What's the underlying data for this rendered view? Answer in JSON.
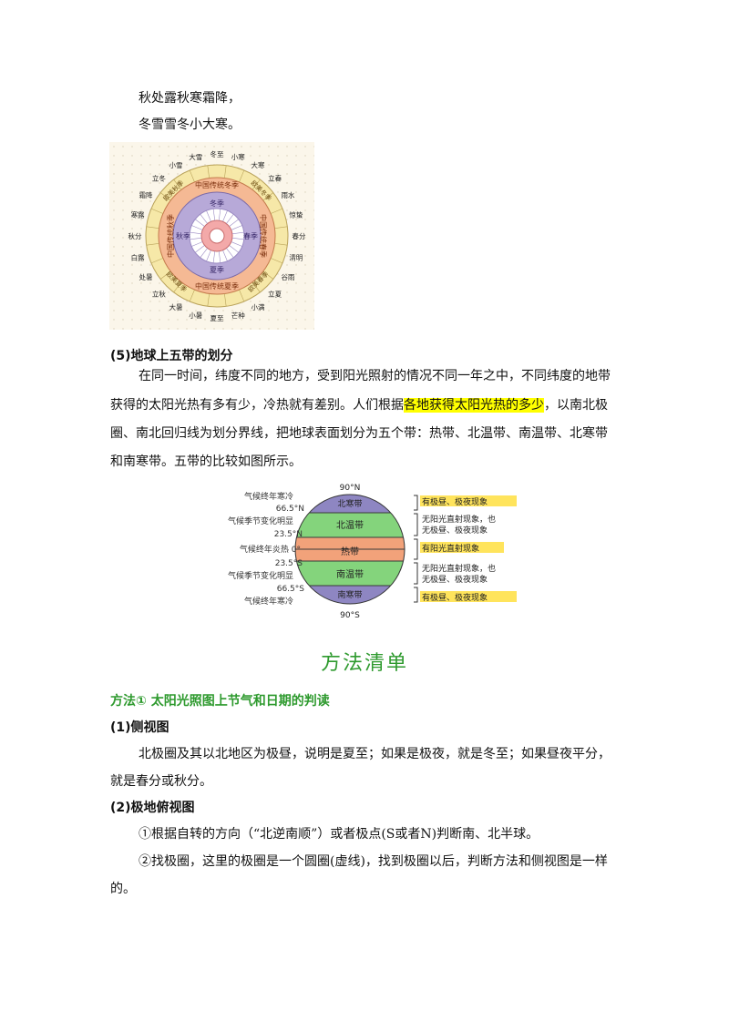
{
  "poem": {
    "line1": "秋处露秋寒霜降，",
    "line2": "冬雪雪冬小大寒。"
  },
  "solar_terms_figure": {
    "outer_terms": [
      "冬至",
      "小寒",
      "大寒",
      "立春",
      "雨水",
      "惊蛰",
      "春分",
      "清明",
      "谷雨",
      "立夏",
      "小满",
      "芒种",
      "夏至",
      "小暑",
      "大暑",
      "立秋",
      "处暑",
      "白露",
      "秋分",
      "寒露",
      "霜降",
      "立冬",
      "小雪",
      "大雪"
    ],
    "seasons_ring": [
      "中国传统冬季",
      "中国传统春季",
      "中国传统夏季",
      "中国传统秋季"
    ],
    "diagonal_labels": [
      "欧美冬季",
      "欧美春季",
      "欧美夏季",
      "欧美秋季"
    ],
    "inner_seasons": [
      "冬季",
      "春季",
      "夏季",
      "秋季"
    ]
  },
  "section5": {
    "heading": "(5)地球上五带的划分",
    "para_line1": "在同一时间，纬度不同的地方，受到阳光照射的情况不同一年之中，不同纬度的地带",
    "para_line2_a": "获得的太阳光热有多有少，冷热就有差别。人们根据",
    "para_line2_hl": "各地获得太阳光热的多少",
    "para_line2_b": "，以南北极",
    "para_line3": "圈、南北回归线为划分界线，把地球表面划分为五个带：热带、北温带、南温带、北寒带",
    "para_line4": "和南寒带。五带的比较如图所示。"
  },
  "zones_figure": {
    "top_label": "90°N",
    "bottom_label": "90°S",
    "left_labels": [
      "气候终年寒冷",
      "66.5°N",
      "气候季节变化明显",
      "23.5°N",
      "气候终年炎热 0°",
      "23.5°S",
      "气候季节变化明显",
      "66.5°S",
      "气候终年寒冷"
    ],
    "zones": [
      "北寒带",
      "北温带",
      "热带",
      "南温带",
      "南寒带"
    ],
    "right_notes": {
      "north_frigid": "有极昼、极夜现象",
      "temperate_a": "无阳光直射现象，也",
      "temperate_b": "无极昼、极夜现象",
      "tropical": "有阳光直射现象",
      "south_temperate_a": "无阳光直射现象，也",
      "south_temperate_b": "无极昼、极夜现象",
      "south_frigid": "有极昼、极夜现象"
    },
    "colors": {
      "frigid": "#8e86c2",
      "temperate": "#84d47c",
      "tropical": "#f2a27a",
      "highlight": "#ffe45c"
    }
  },
  "methods": {
    "title": "方法清单",
    "method1": "方法① 太阳光照图上节气和日期的判读",
    "side_heading": "(1)侧视图",
    "side_line1": "北极圈及其以北地区为极昼，说明是夏至；如果是极夜，就是冬至；如果昼夜平分，",
    "side_line2": "就是春分或秋分。",
    "polar_heading": "(2)极地俯视图",
    "polar_item1": "①根据自转的方向（“北逆南顺”）或者极点(S或者N)判断南、北半球。",
    "polar_item2_line1": "②找极圈，这里的极圈是一个圆圈(虚线)，找到极圈以后，判断方法和侧视图是一样",
    "polar_item2_line2": "的。"
  }
}
